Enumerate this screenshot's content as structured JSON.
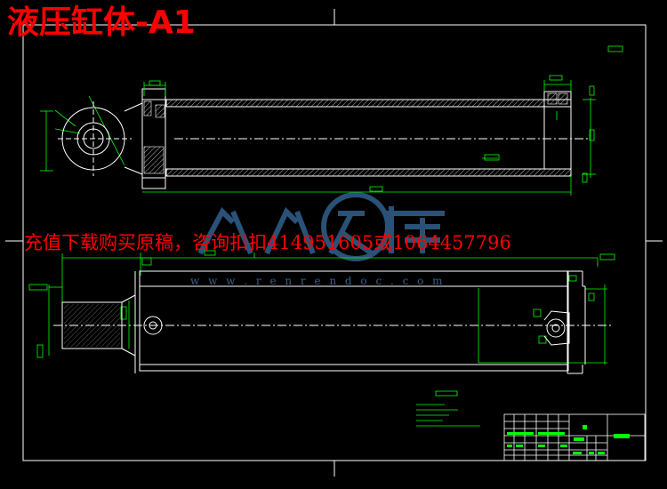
{
  "header": {
    "title": "液压缸体-A1"
  },
  "notice": {
    "text": "充值下载购买原稿，咨询扣扣414951605或1064457796"
  },
  "watermark": {
    "url": "w w w . r e n r e n d o c . c o m"
  },
  "colors": {
    "background": "#000000",
    "frame": "#ffffff",
    "dimension": "#00ff00",
    "title_red": "#ff0000",
    "watermark": "#2f5a84"
  }
}
